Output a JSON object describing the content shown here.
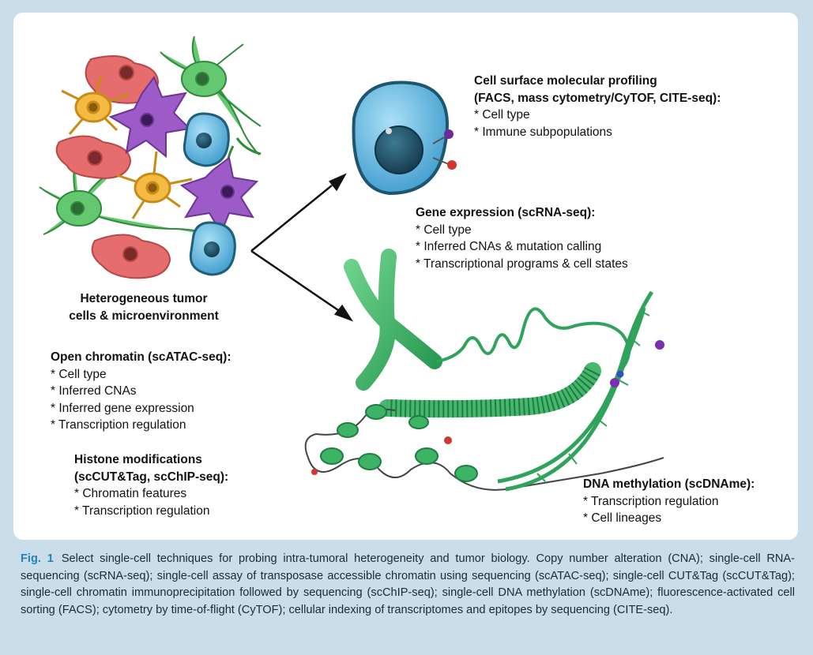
{
  "labels": {
    "tumor": {
      "line1": "Heterogeneous tumor",
      "line2": "cells & microenvironment"
    },
    "surface": {
      "title1": "Cell surface molecular profiling",
      "title2": "(FACS, mass cytometry/CyTOF, CITE-seq):",
      "items": [
        "* Cell type",
        "* Immune subpopulations"
      ]
    },
    "gene": {
      "title": "Gene expression (scRNA-seq):",
      "items": [
        "* Cell type",
        "* Inferred CNAs & mutation calling",
        "* Transcriptional programs & cell states"
      ]
    },
    "chromatin": {
      "title": "Open chromatin (scATAC-seq):",
      "items": [
        "* Cell type",
        "* Inferred CNAs",
        "* Inferred gene expression",
        "* Transcription regulation"
      ]
    },
    "histone": {
      "title1": "Histone modifications",
      "title2": "(scCUT&Tag, scChIP-seq):",
      "items": [
        "* Chromatin features",
        "* Transcription regulation"
      ]
    },
    "methylation": {
      "title": "DNA methylation (scDNAme):",
      "items": [
        "* Transcription regulation",
        "* Cell lineages"
      ]
    }
  },
  "caption": {
    "fig_label": "Fig. 1",
    "text": "Select single-cell techniques for probing intra-tumoral heterogeneity and tumor biology. Copy number alteration (CNA); single-cell RNA-sequencing (scRNA-seq); single-cell assay of transposase accessible chromatin using sequencing (scATAC-seq); single-cell CUT&Tag (scCUT&Tag); single-cell chromatin immunoprecipitation followed by sequencing (scChIP-seq); single-cell DNA methylation (scDNAme); fluorescence-activated cell sorting (FACS); cytometry by time-of-flight (CyTOF); cellular indexing of transcriptomes and epitopes by sequencing (CITE-seq)."
  },
  "colors": {
    "background": "#c9dee9",
    "panel": "#ffffff",
    "caption_accent": "#2b7fb4",
    "green_cell": "#5cc36a",
    "red_cell": "#e56a6a",
    "purple_cell": "#9a57c4",
    "orange_cell": "#f0b63c",
    "blue_cell": "#58b6e0",
    "chromatin_green": "#2fa35c"
  }
}
